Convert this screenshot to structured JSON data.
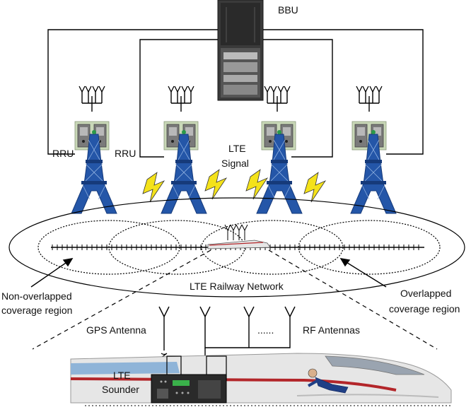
{
  "labels": {
    "bbu": "BBU",
    "rru_left": "RRU",
    "rru_right": "RRU",
    "lte_signal_line1": "LTE",
    "lte_signal_line2": "Signal",
    "network": "LTE Railway Network",
    "non_overlapped_line1": "Non-overlapped",
    "non_overlapped_line2": "coverage region",
    "overlapped_line1": "Overlapped",
    "overlapped_line2": "coverage region",
    "gps_antenna": "GPS Antenna",
    "rf_antennas": "RF Antennas",
    "dots": "......",
    "sounder_line1": "LTE",
    "sounder_line2": "Sounder"
  },
  "colors": {
    "tower": "#2456a8",
    "rru_box": "#c9d8b8",
    "lightning": "#f4e21a",
    "rack": "#3a3a3a",
    "train_stripe_red": "#b3262a",
    "train_stripe_blue": "#8fb4d8",
    "train_body": "#e6e6e6"
  },
  "icons": [
    "bbu-rack-icon",
    "antenna-icon",
    "rru-unit-icon",
    "tower-icon",
    "lightning-icon",
    "train-icon",
    "sounder-device-icon",
    "passenger-icon"
  ]
}
